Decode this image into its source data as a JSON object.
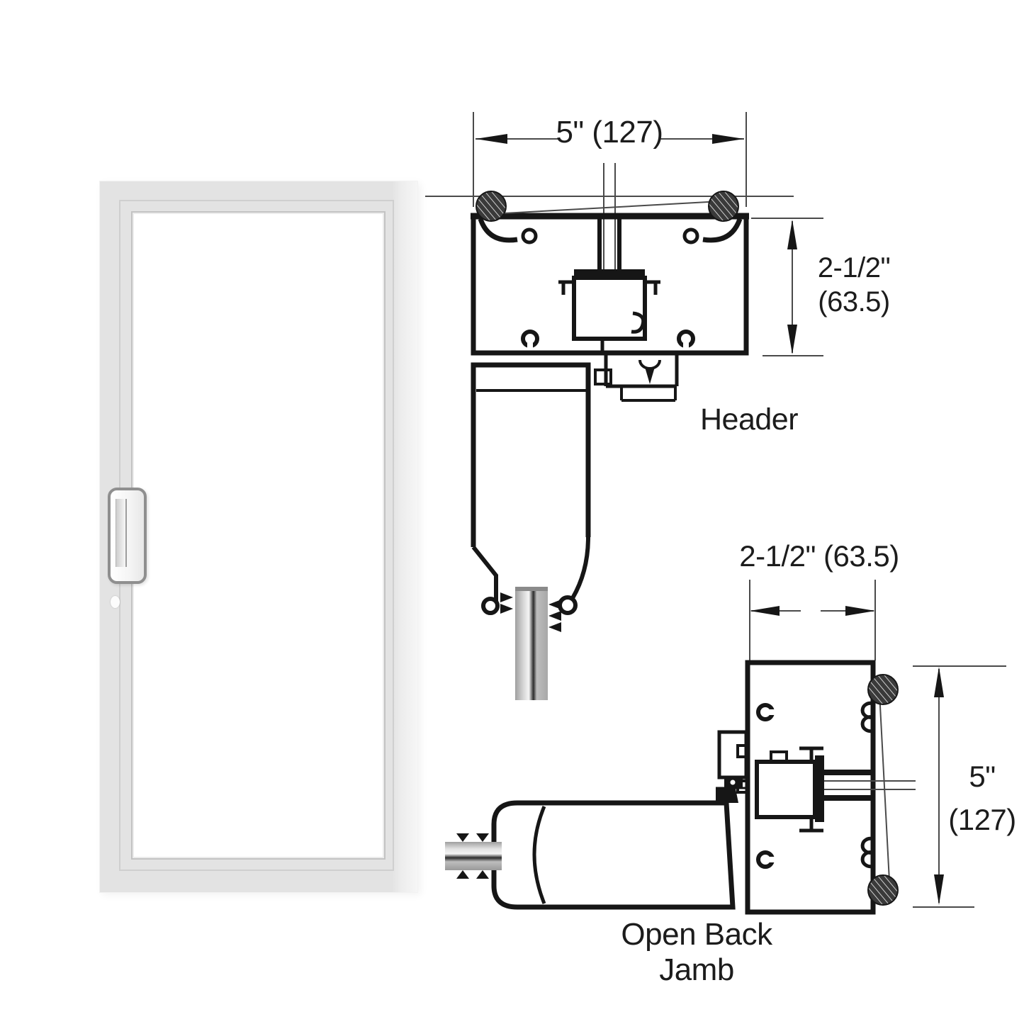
{
  "page": {
    "background": "#ffffff",
    "line_color": "#161616"
  },
  "door_image": {
    "description": "aluminum framed glass door, front view",
    "frame_color": "#e3e3e3",
    "glass_color": "#ffffff",
    "handle": "vertical pull handle"
  },
  "header_section": {
    "width_dim": "5\" (127)",
    "height_dim": [
      "2-1/2\"",
      "(63.5)"
    ],
    "label": "Header"
  },
  "jamb_section": {
    "width_dim": "2-1/2\" (63.5)",
    "height_dim": [
      "5\"",
      "(127)"
    ],
    "label": "Open Back Jamb"
  }
}
